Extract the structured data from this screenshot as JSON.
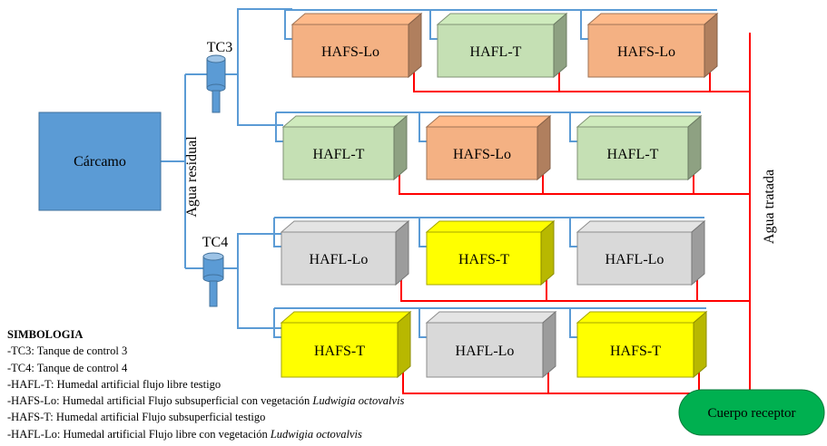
{
  "diagram": {
    "source_label": "Cárcamo",
    "wastewater_label": "Agua residual",
    "treated_water_label": "Agua tratada",
    "receiver_label": "Cuerpo receptor",
    "tanks": [
      {
        "id": "TC3",
        "label": "TC3"
      },
      {
        "id": "TC4",
        "label": "TC4"
      }
    ],
    "rows": [
      {
        "tank": "TC3",
        "units": [
          "HAFS-Lo",
          "HAFL-T",
          "HAFS-Lo"
        ]
      },
      {
        "tank": "TC3",
        "units": [
          "HAFL-T",
          "HAFS-Lo",
          "HAFL-T"
        ]
      },
      {
        "tank": "TC4",
        "units": [
          "HAFL-Lo",
          "HAFS-T",
          "HAFL-Lo"
        ]
      },
      {
        "tank": "TC4",
        "units": [
          "HAFS-T",
          "HAFL-Lo",
          "HAFS-T"
        ]
      }
    ],
    "unit_colors": {
      "HAFS-Lo": "#F4B183",
      "HAFL-T": "#C5E0B4",
      "HAFL-Lo": "#D9D9D9",
      "HAFS-T": "#FFFF00"
    },
    "colors": {
      "source": "#5B9BD5",
      "inflow_pipe": "#5B9BD5",
      "outflow_pipe": "#FF0000",
      "receiver": "#00B050",
      "tank": "#5B9BD5"
    }
  },
  "legend": {
    "title": "SIMBOLOGIA",
    "items": [
      {
        "text": "-TC3: Tanque de control 3",
        "italic": ""
      },
      {
        "text": "-TC4: Tanque de control 4",
        "italic": ""
      },
      {
        "text": "-HAFL-T: Humedal artificial flujo libre testigo",
        "italic": ""
      },
      {
        "text": "-HAFS-Lo: Humedal artificial Flujo subsuperficial con vegetación ",
        "italic": "Ludwigia octovalvis"
      },
      {
        "text": "-HAFS-T: Humedal artificial Flujo subsuperficial testigo",
        "italic": ""
      },
      {
        "text": "-HAFL-Lo: Humedal artificial Flujo libre con vegetación ",
        "italic": "Ludwigia octovalvis"
      }
    ]
  }
}
